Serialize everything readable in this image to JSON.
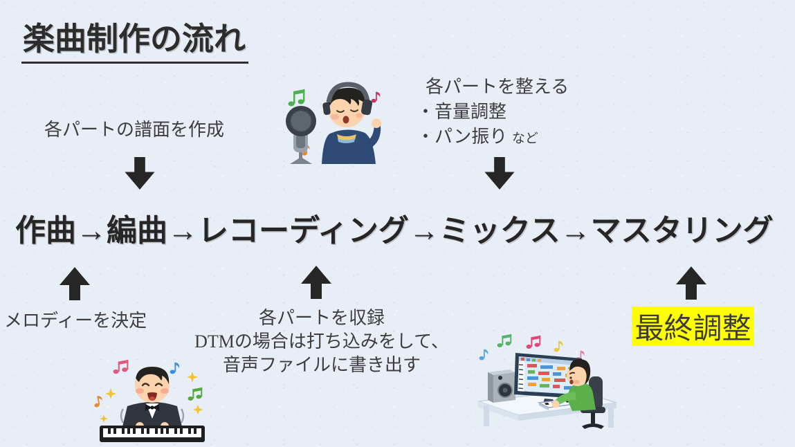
{
  "slide": {
    "title": "楽曲制作の流れ",
    "flow_text": "作曲→編曲→レコーディング→ミックス→マスタリング",
    "flow_steps": [
      "作曲",
      "編曲",
      "レコーディング",
      "ミックス",
      "マスタリング"
    ],
    "flow_separator": "→",
    "annotations": {
      "score_creation": "各パートの譜面を作成",
      "mix_line1": "各パートを整える",
      "mix_line2": "・音量調整",
      "mix_line3": "・パン振り",
      "mix_line3_small": "など",
      "melody": "メロディーを決定",
      "recording_line1": "各パートを収録",
      "recording_line2": "DTMの場合は打ち込みをして、",
      "recording_line3": "音声ファイルに書き出す",
      "mastering": "最終調整"
    },
    "icons": {
      "down_arrow": "block-arrow-down",
      "up_arrow": "block-arrow-up"
    },
    "illustrations": {
      "singer": "person-recording-vocals-with-microphone",
      "pianist": "pianist-playing-keyboard",
      "dtm": "person-producing-music-on-computer"
    },
    "colors": {
      "background": "#e7eef6",
      "title_text": "#2d2d2d",
      "flow_text": "#262626",
      "annotation_text": "#3d3d3d",
      "arrow": "#262626",
      "highlight": "#ffff00"
    }
  }
}
